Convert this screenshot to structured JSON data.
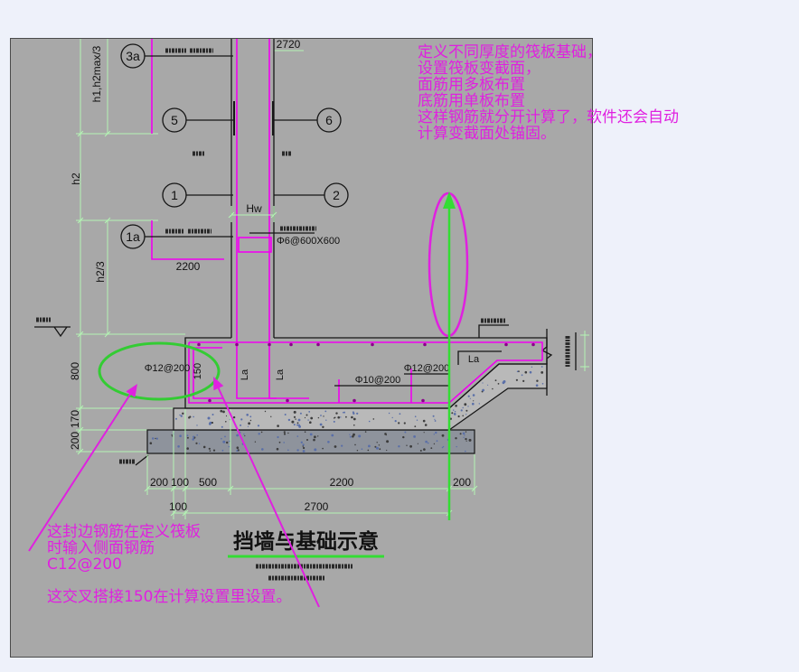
{
  "page": {
    "background": "#EEF1FA"
  },
  "colors": {
    "annotation": "#E020E0",
    "highlight_green": "#33CC33",
    "dimension_green": "#B4F5B4",
    "rebar_magenta": "#F000F0",
    "line_black": "#151515"
  },
  "drawing": {
    "canvas_color": "#A8A8A8",
    "title": "挡墙与基础示意",
    "top_dimension": "2720",
    "markers": {
      "m3a": "3a",
      "m5": "5",
      "m6": "6",
      "m1": "1",
      "m2": "2",
      "m1a": "1a"
    },
    "vertical_dims": {
      "h1h2": "h1,h2max/3",
      "h2": "h2",
      "h2_third": "h2/3",
      "raft": "800",
      "bed": "170",
      "cushion": "200"
    },
    "horizontal_dims": {
      "row1": [
        "200",
        "100",
        "500",
        "2200",
        "200"
      ],
      "row2": [
        "100",
        "2700"
      ]
    },
    "wall_thickness": "Hw",
    "bar_1a_length": "2200",
    "rebar_labels": {
      "edge_bar": "Φ12@200",
      "lap": "150",
      "anchor_left": "La",
      "anchor_right": "La",
      "bottom_bar": "Φ10@200",
      "top_bar_right": "Φ12@200",
      "anchor_slope": "La",
      "tie_bar": "Φ6@600X600"
    }
  },
  "annotations": {
    "right_note": [
      "定义不同厚度的筏板基础，",
      "设置筏板变截面，",
      "面筋用多板布置",
      "底筋用单板布置",
      "这样钢筋就分开计算了，软件还会自动",
      "计算变截面处锚固。"
    ],
    "left_note": [
      "这封边钢筋在定义筏板",
      "时输入侧面钢筋",
      "C12@200"
    ],
    "overlap_note": "这交叉搭接150在计算设置里设置。"
  }
}
